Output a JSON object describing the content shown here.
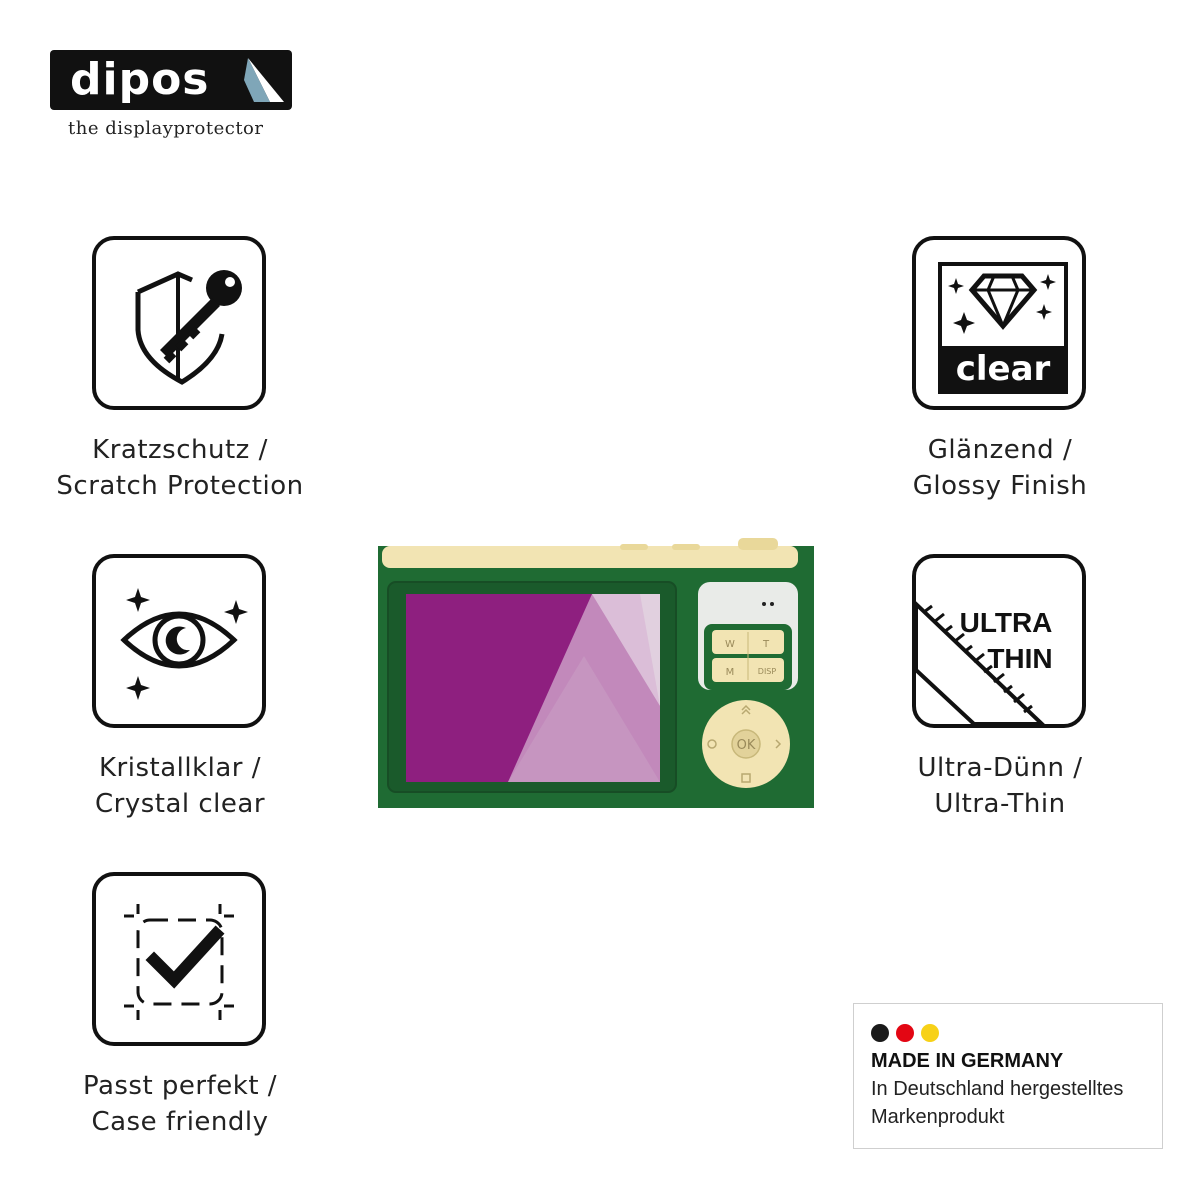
{
  "brand": {
    "name": "dipos",
    "tagline": "the displayprotector"
  },
  "features": [
    {
      "id": "scratch",
      "icon": "shield-key-icon",
      "line1": "Kratzschutz /",
      "line2": "Scratch Protection"
    },
    {
      "id": "crystal",
      "icon": "eye-sparkle-icon",
      "line1": "Kristallklar /",
      "line2": "Crystal clear"
    },
    {
      "id": "case",
      "icon": "checkmark-frame-icon",
      "line1": "Passt perfekt /",
      "line2": "Case friendly"
    },
    {
      "id": "glossy",
      "icon": "diamond-clear-icon",
      "line1": "Glänzend /",
      "line2": "Glossy Finish",
      "badge": "clear"
    },
    {
      "id": "thin",
      "icon": "ruler-ultra-thin-icon",
      "line1": "Ultra-Dünn /",
      "line2": "Ultra-Thin",
      "badge_line1": "ULTRA",
      "badge_line2": "THIN"
    }
  ],
  "made_in": {
    "title": "MADE IN GERMANY",
    "line1": "In Deutschland hergestelltes",
    "line2": "Markenprodukt",
    "flag_colors": [
      "#1a1a1a",
      "#e30613",
      "#f7d117"
    ]
  },
  "camera": {
    "body_color": "#1f6b33",
    "accent_color": "#f2e4b3",
    "screen_color": "#8e1f7f",
    "buttons": {
      "w": "W",
      "t": "T",
      "m": "M",
      "disp": "DISP",
      "ok": "OK"
    }
  }
}
